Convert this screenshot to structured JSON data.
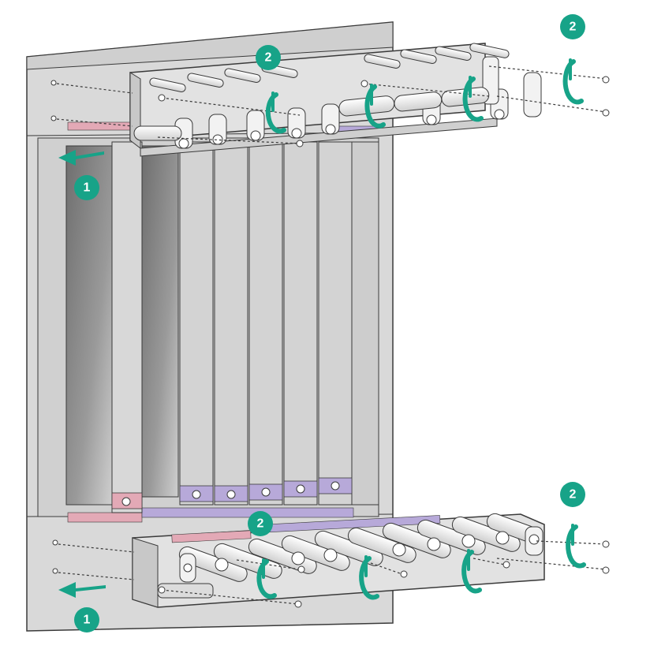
{
  "diagram": {
    "colors": {
      "accent": "#17a388",
      "chassis": "#d6d6d6",
      "chassis_dark": "#8a8a8a",
      "outline": "#3a3a3a",
      "slot_pink": "#e3a9b6",
      "slot_purple": "#b7a9d9",
      "background": "#ffffff"
    },
    "step_labels": {
      "step1": "1",
      "step2": "2"
    },
    "icons": [
      "step-badge",
      "insert-arrow-icon",
      "rotate-screw-icon",
      "screw-icon"
    ]
  }
}
